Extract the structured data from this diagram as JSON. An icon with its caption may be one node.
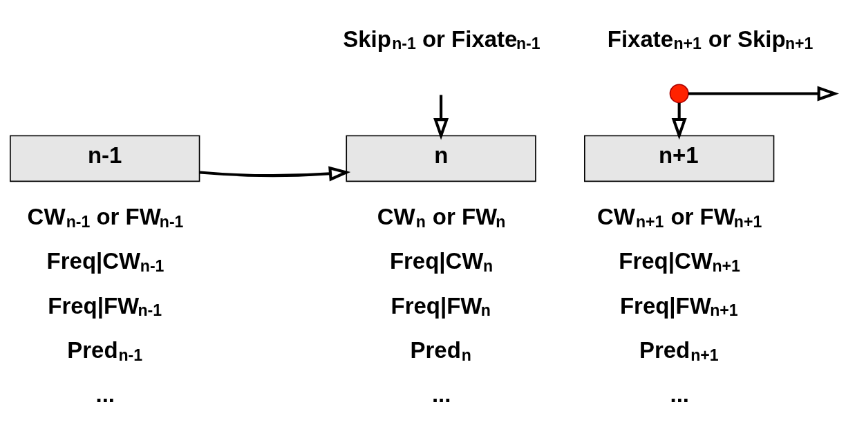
{
  "diagram": {
    "nodes": [
      {
        "text": [
          "n-1"
        ],
        "beside": [
          "CW$_{n-1}$ or FW$_{n-1}$",
          "Freq|CW$_{n-1}$",
          "Freq|FW$_{n-1}$",
          "Pred$_{n-1}$",
          "..."
        ]
      },
      {
        "text": [
          "n"
        ],
        "beside": [
          "CW$_{n}$ or FW$_{n}$",
          "Freq|CW$_{n}$",
          "Freq|FW$_{n}$",
          "Pred$_{n}$",
          "..."
        ]
      },
      {
        "text": [
          "n+1"
        ],
        "beside": [
          "CW$_{n+1}$ or FW$_{n+1}$",
          "Freq|CW$_{n+1}$",
          "Freq|FW$_{n+1}$",
          "Pred$_{n+1}$",
          "..."
        ]
      },
      {
        "text": [],
        "shape": "circle"
      }
    ],
    "edges": [
      {
        "from": null,
        "to": 1,
        "arrow": "to"
      },
      {
        "from": 0,
        "to": 1,
        "arrow": "to"
      },
      {
        "from": 3,
        "to": 2,
        "arrow": "to"
      },
      {
        "from": 3,
        "to": null,
        "arrow": "to"
      }
    ],
    "labels": [
      "Skip$_{n-1}$ or Fixate$_{n-1}$",
      "Fixate$_{n+1}$ or Skip$_{n+1}$"
    ]
  }
}
